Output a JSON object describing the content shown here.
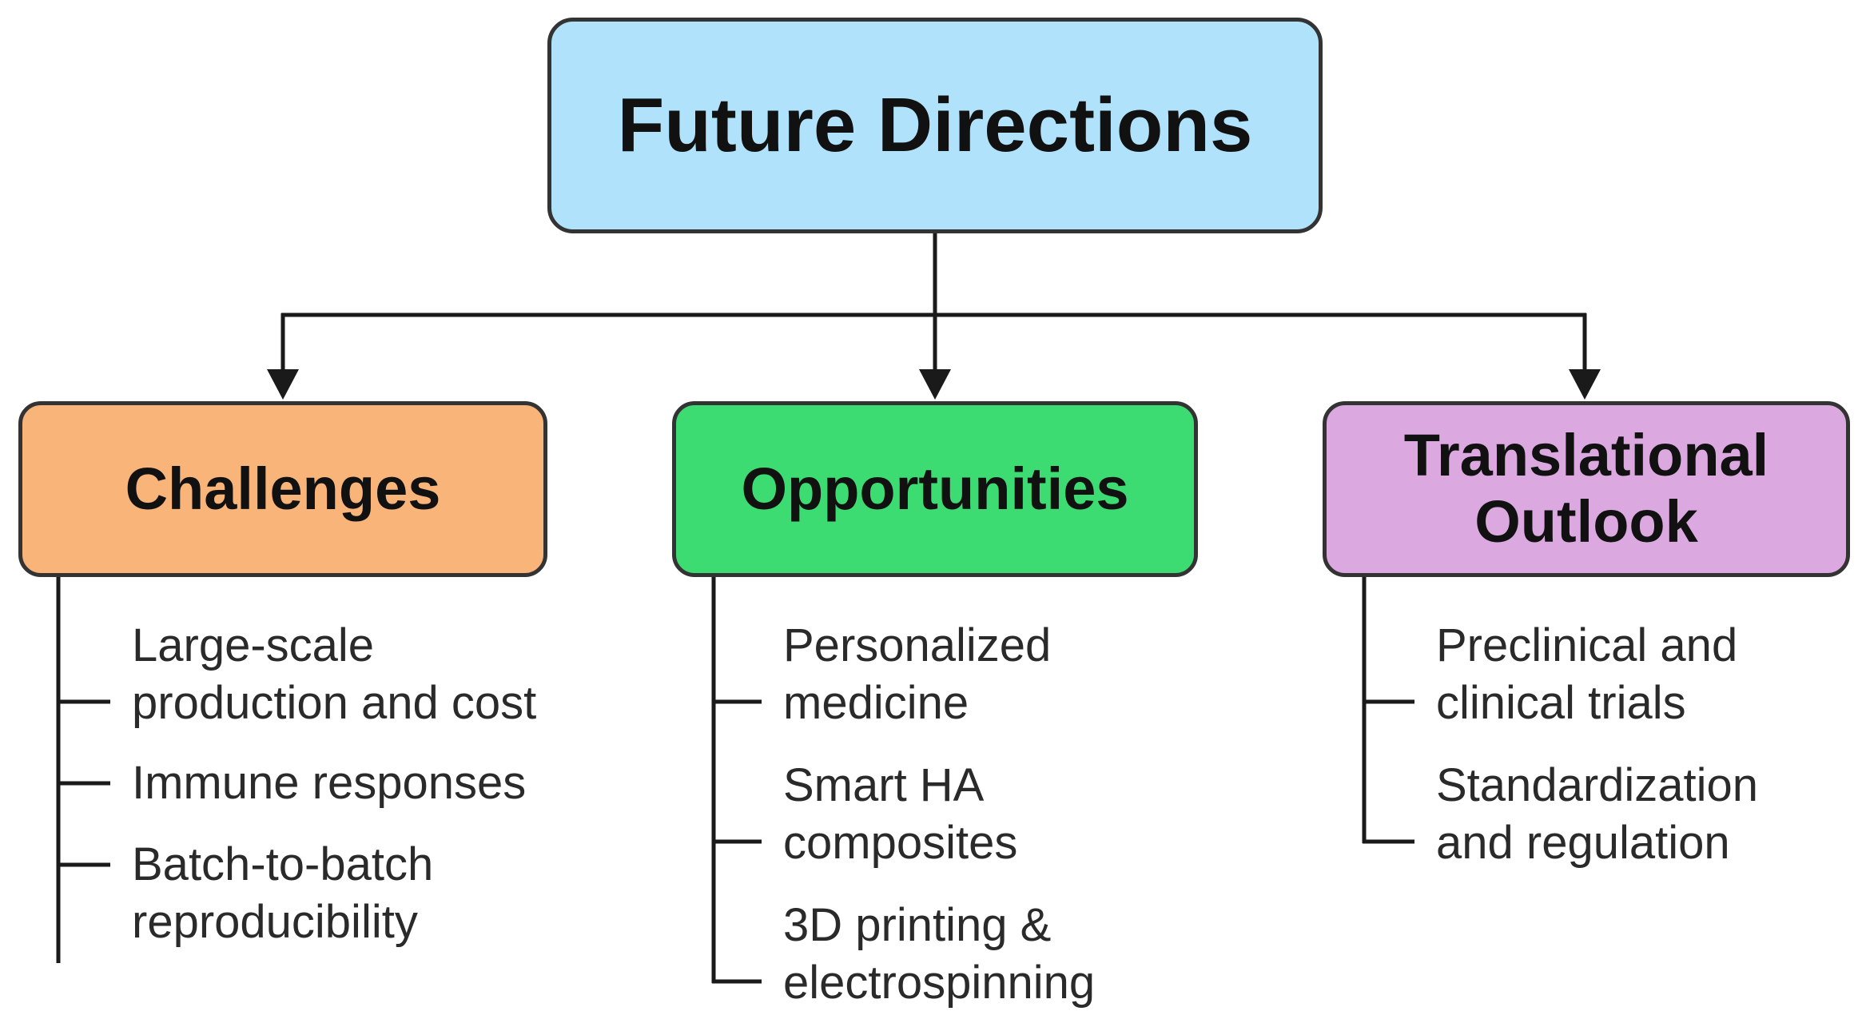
{
  "colors": {
    "root_fill": "#b0e3fb",
    "challenges_fill": "#f9b47a",
    "opportunities_fill": "#3ddc73",
    "translational_fill": "#dca8e0",
    "line": "#1a1a1a",
    "border": "#333333"
  },
  "root": {
    "title": "Future Directions"
  },
  "branches": [
    {
      "title_lines": [
        "Challenges"
      ],
      "items": [
        {
          "lines": [
            "Large-scale",
            "production and cost"
          ]
        },
        {
          "lines": [
            "Immune responses"
          ]
        },
        {
          "lines": [
            "Batch-to-batch",
            "reproducibility"
          ]
        }
      ]
    },
    {
      "title_lines": [
        "Opportunities"
      ],
      "items": [
        {
          "lines": [
            "Personalized",
            "medicine"
          ]
        },
        {
          "lines": [
            "Smart HA",
            "composites"
          ]
        },
        {
          "lines": [
            "3D printing &",
            "electrospinning"
          ]
        }
      ]
    },
    {
      "title_lines": [
        "Translational",
        "Outlook"
      ],
      "items": [
        {
          "lines": [
            "Preclinical and",
            "clinical trials"
          ]
        },
        {
          "lines": [
            "Standardization",
            "and regulation"
          ]
        }
      ]
    }
  ]
}
